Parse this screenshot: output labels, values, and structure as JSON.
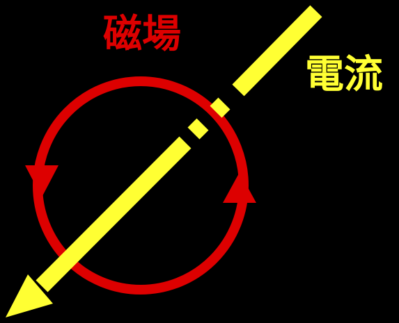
{
  "labels": {
    "magnetic_field": "磁場",
    "current": "電流"
  },
  "colors": {
    "background": "#000000",
    "magnetic_field": "#dd0000",
    "current": "#ffff33"
  },
  "icons": {
    "field_direction": "arrowhead",
    "current_direction": "arrowhead"
  }
}
